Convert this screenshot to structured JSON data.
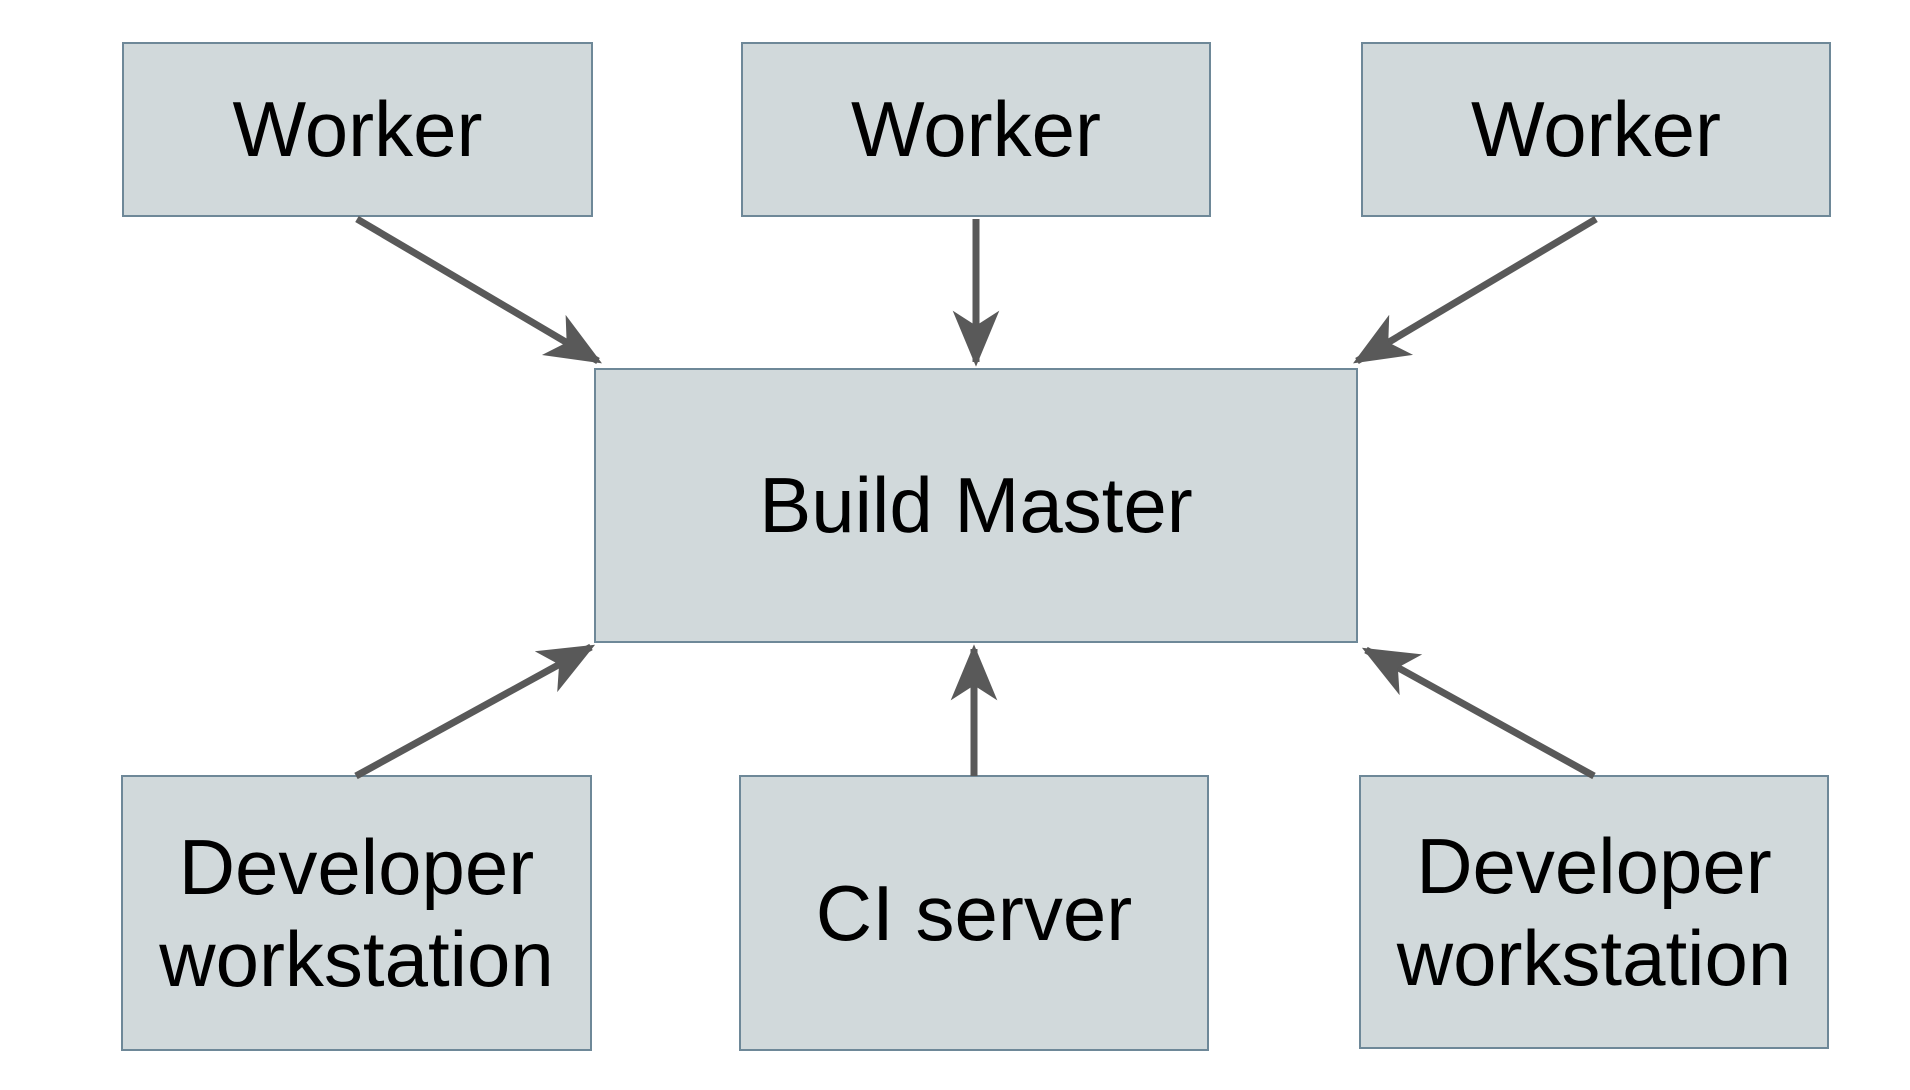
{
  "nodes": {
    "worker_1": {
      "label": "Worker"
    },
    "worker_2": {
      "label": "Worker"
    },
    "worker_3": {
      "label": "Worker"
    },
    "build_master": {
      "label": "Build Master"
    },
    "developer_workstation_left": {
      "label": "Developer workstation"
    },
    "ci_server": {
      "label": "CI server"
    },
    "developer_workstation_right": {
      "label": "Developer workstation"
    }
  },
  "edges": [
    {
      "from": "worker_1",
      "to": "build_master"
    },
    {
      "from": "worker_2",
      "to": "build_master"
    },
    {
      "from": "worker_3",
      "to": "build_master"
    },
    {
      "from": "developer_workstation_left",
      "to": "build_master"
    },
    {
      "from": "ci_server",
      "to": "build_master"
    },
    {
      "from": "developer_workstation_right",
      "to": "build_master"
    }
  ],
  "colors": {
    "background": "#ffffff",
    "node_fill": "#d1d9db",
    "node_border": "#6e8898",
    "arrow": "#595959",
    "text": "#000000"
  }
}
